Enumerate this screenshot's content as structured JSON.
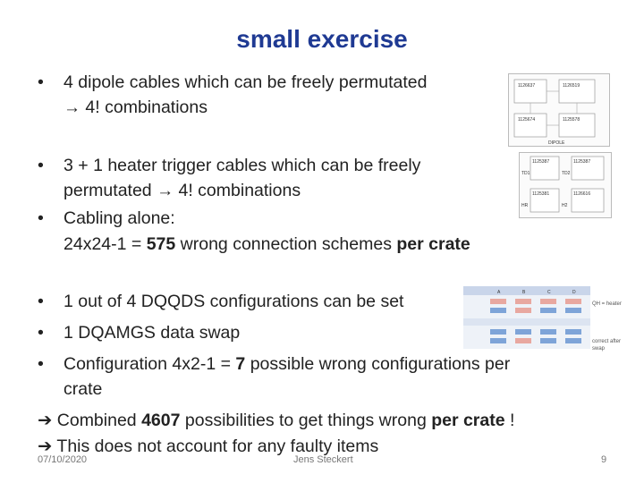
{
  "title": "small exercise",
  "block1": {
    "bullet": "•",
    "line1": "4 dipole cables which can be freely permutated",
    "arrow": "→",
    "line2": "4! combinations"
  },
  "block2": {
    "line1": "3 + 1  heater trigger cables which can be freely",
    "line2_a": "permutated",
    "arrow": "→",
    "line2_b": "4! combinations",
    "cabling_label": "Cabling alone:",
    "cabling_expr": "24x24-1 = ",
    "cabling_value": "575",
    "cabling_mid": " wrong connection schemes ",
    "cabling_tail": "per crate"
  },
  "block3": {
    "item1": "1 out of 4 DQQDS configurations can be set",
    "item2": "1 DQAMGS data swap",
    "item3_a": "Configuration 4x2-1 = ",
    "item3_value": "7",
    "item3_b": " possible wrong configurations per",
    "item3_c": "crate"
  },
  "conclusion": {
    "arrow": "➔",
    "line1_a": "Combined ",
    "line1_value": "4607",
    "line1_b": " possibilities to get things wrong ",
    "line1_c": "per crate",
    "line1_d": " !",
    "line2": "This does not account for any faulty items"
  },
  "footer": {
    "date": "07/10/2020",
    "author": "Jens Steckert",
    "page": "9"
  },
  "thumb1": {
    "labels": [
      "1126637",
      "1126519",
      "1125674",
      "1125578"
    ],
    "sub": "DIPOLE"
  },
  "thumb2": {
    "labels": [
      "1125387",
      "1125387",
      "1125381",
      "1126616"
    ],
    "tags": [
      "TD1",
      "TD2",
      "HR",
      "H2"
    ]
  },
  "thumb3": {
    "cols": [
      "A",
      "B",
      "C",
      "D"
    ],
    "side_note": "QH = heater",
    "side_note2": "correct after swap"
  }
}
